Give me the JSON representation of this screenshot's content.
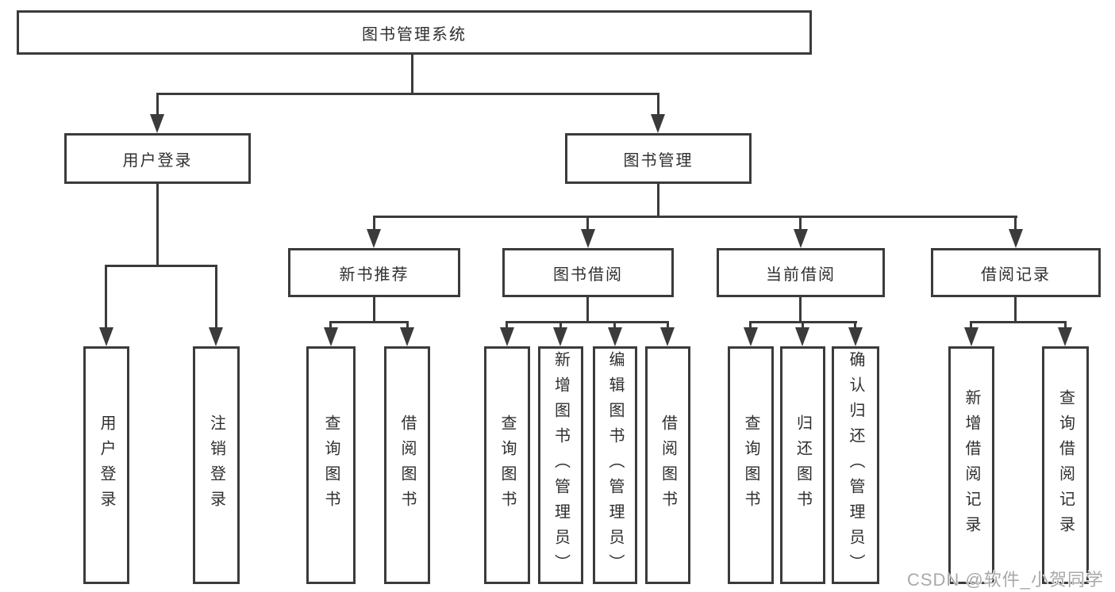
{
  "diagram_title": "图书管理系统",
  "tree": {
    "root": "图书管理系统",
    "level2": [
      "用户登录",
      "图书管理"
    ],
    "level3": [
      "新书推荐",
      "图书借阅",
      "当前借阅",
      "借阅记录"
    ],
    "leaves": {
      "user_login": [
        "用户登录",
        "注销登录"
      ],
      "new_book_recommend": [
        "查询图书",
        "借阅图书"
      ],
      "book_borrow": [
        "查询图书",
        "新增图书（管理员）",
        "编辑图书（管理员）",
        "借阅图书"
      ],
      "current_borrow": [
        "查询图书",
        "归还图书",
        "确认归还（管理员）"
      ],
      "borrow_record": [
        "新增借阅记录",
        "查询借阅记录"
      ]
    }
  },
  "watermark": "CSDN @软件_小贺同学",
  "colors": {
    "line": "#3b3b3b",
    "text": "#2f2f2f",
    "box_background": "#ffffff",
    "page_background": "#ffffff",
    "watermark": "#a9a9a9"
  }
}
